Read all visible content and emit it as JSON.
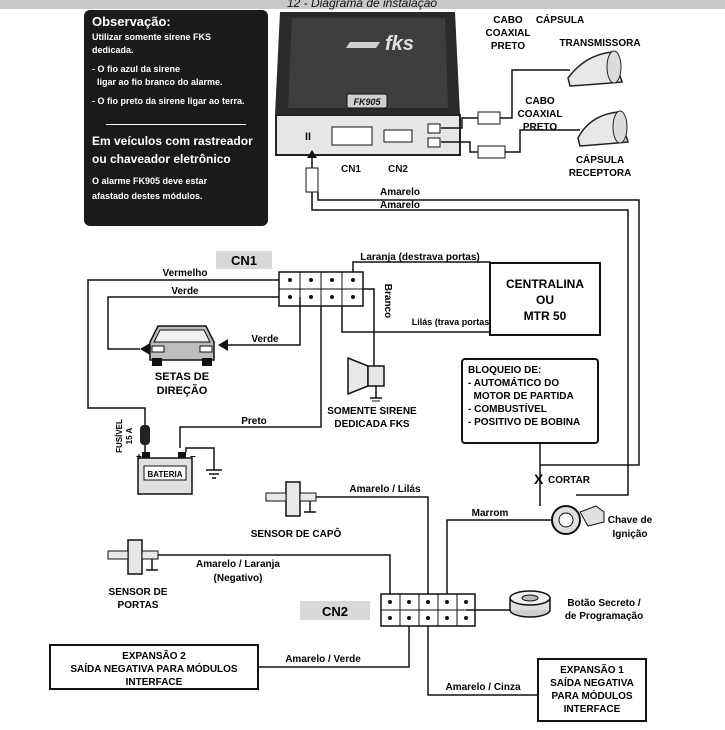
{
  "header": {
    "title": "12 - Diagrama de instalação"
  },
  "note": {
    "title": "Observação:",
    "lines": [
      "Utilizar somente sirene FKS",
      "dedicada.",
      "- O fio azul da sirene",
      "  ligar ao fio branco do alarme.",
      "- O fio preto da sirene ligar ao terra."
    ],
    "warning_title_1": "Em veículos com rastreador",
    "warning_title_2": "ou chaveador eletrônico",
    "warning_lines": [
      "O alarme FK905 deve estar",
      "afastado destes módulos."
    ]
  },
  "device": {
    "brand": "fks",
    "model": "FK905",
    "cn1": "CN1",
    "cn2": "CN2",
    "switch": "II"
  },
  "antenna": {
    "transmitter_cable": [
      "CABO",
      "COAXIAL",
      "PRETO"
    ],
    "transmitter_capsule": [
      "CÁPSULA",
      "TRANSMISSORA"
    ],
    "receiver_cable": [
      "CABO",
      "COAXIAL",
      "PRETO"
    ],
    "receiver_capsule": [
      "CÁPSULA",
      "RECEPTORA"
    ]
  },
  "wires": {
    "amarelo_1": "Amarelo",
    "amarelo_2": "Amarelo",
    "laranja": "Laranja (destrava portas)",
    "vermelho": "Vermelho",
    "verde_top": "Verde",
    "verde_mid": "Verde",
    "branco": "Branco",
    "lilas": "Lilás (trava portas)",
    "preto": "Preto",
    "amarelo_lilas": "Amarelo / Lilás",
    "marrom": "Marrom",
    "amarelo_laranja": "Amarelo / Laranja",
    "negativo": "(Negativo)",
    "amarelo_verde": "Amarelo / Verde",
    "amarelo_cinza": "Amarelo / Cinza"
  },
  "cn1_label": "CN1",
  "cn2_label": "CN2",
  "central": [
    "CENTRALINA",
    "OU",
    "MTR 50"
  ],
  "setas": [
    "SETAS DE",
    "DIREÇÃO"
  ],
  "sirene": [
    "SOMENTE SIRENE",
    "DEDICADA FKS"
  ],
  "bloqueio": [
    "BLOQUEIO DE:",
    "- AUTOMÁTICO DO",
    "  MOTOR DE PARTIDA",
    "- COMBUSTÍVEL",
    "- POSITIVO DE BOBINA"
  ],
  "cortar": "CORTAR",
  "fusivel": [
    "FUSÍVEL",
    "15 A"
  ],
  "bateria": "BATERIA",
  "sensor_capo": "SENSOR DE CAPÔ",
  "sensor_portas": [
    "SENSOR DE",
    "PORTAS"
  ],
  "chave": [
    "Chave de",
    "Ignição"
  ],
  "botao": [
    "Botão Secreto /",
    "de Programação"
  ],
  "exp2": [
    "EXPANSÃO 2",
    "SAÍDA NEGATIVA PARA MÓDULOS",
    "INTERFACE"
  ],
  "exp1": [
    "EXPANSÃO 1",
    "SAÍDA NEGATIVA",
    "PARA MÓDULOS",
    "INTERFACE"
  ]
}
